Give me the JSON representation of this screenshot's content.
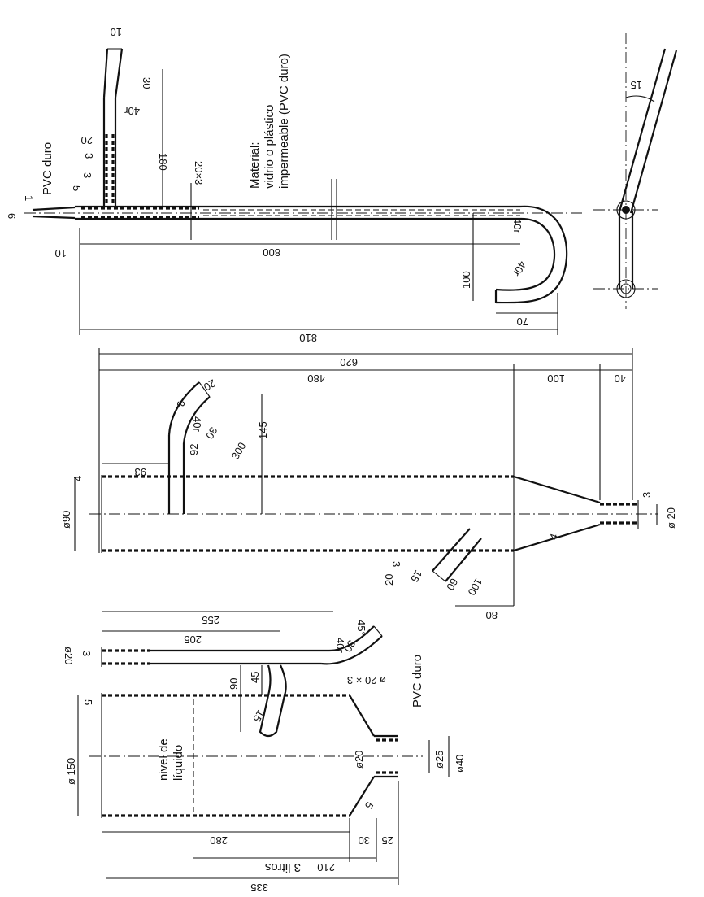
{
  "drawing": {
    "material_label": "Material:",
    "material_value1": "vidrio o plástico",
    "material_value2": "impermeable (PVC duro)",
    "pvc_top": "PVC duro",
    "pvc_bottom": "PVC duro",
    "nivel1": "nivel de",
    "nivel2": "líquido",
    "litros": "3 litros"
  },
  "dims_top": {
    "d10": "10",
    "d30": "30",
    "r40": "40r",
    "d180": "180",
    "d20x3": "20×3",
    "d20": "20",
    "d3a": "3",
    "d3b": "3",
    "d5": "5",
    "d6": "6",
    "d1": "1",
    "d10b": "10",
    "d800": "800",
    "d810": "810",
    "d100": "100",
    "d70": "70",
    "r40a": "40r",
    "r40b": "40r",
    "d15": "15"
  },
  "dims_mid": {
    "d620": "620",
    "d480": "480",
    "d100": "100",
    "d40": "40",
    "d20": "20",
    "d93": "93",
    "d92": "92",
    "d3a": "3",
    "r40": "40r",
    "d30": "30",
    "d300": "300",
    "d145": "145",
    "d90": "ø90",
    "d4": "4",
    "d3b": "3",
    "d20b": "ø 20",
    "d4b": "4",
    "d20c": "20",
    "d3c": "3",
    "d15": "15",
    "d60": "60",
    "d100b": "100",
    "d80": "80"
  },
  "dims_bot": {
    "d255": "255",
    "d205": "205",
    "r40": "40r",
    "d45a": "45°",
    "d30": "30",
    "d20": "ø20",
    "d3": "3",
    "d90": "90",
    "d45": "45",
    "d20x3": "ø 20 × 3",
    "d5": "5",
    "d15": "15",
    "d150": "ø 150",
    "d20b": "ø20",
    "d25": "ø25",
    "d40": "ø40",
    "d5b": "5",
    "d280": "280",
    "d30b": "30",
    "d25b": "25",
    "d210": "210",
    "d335": "335"
  }
}
